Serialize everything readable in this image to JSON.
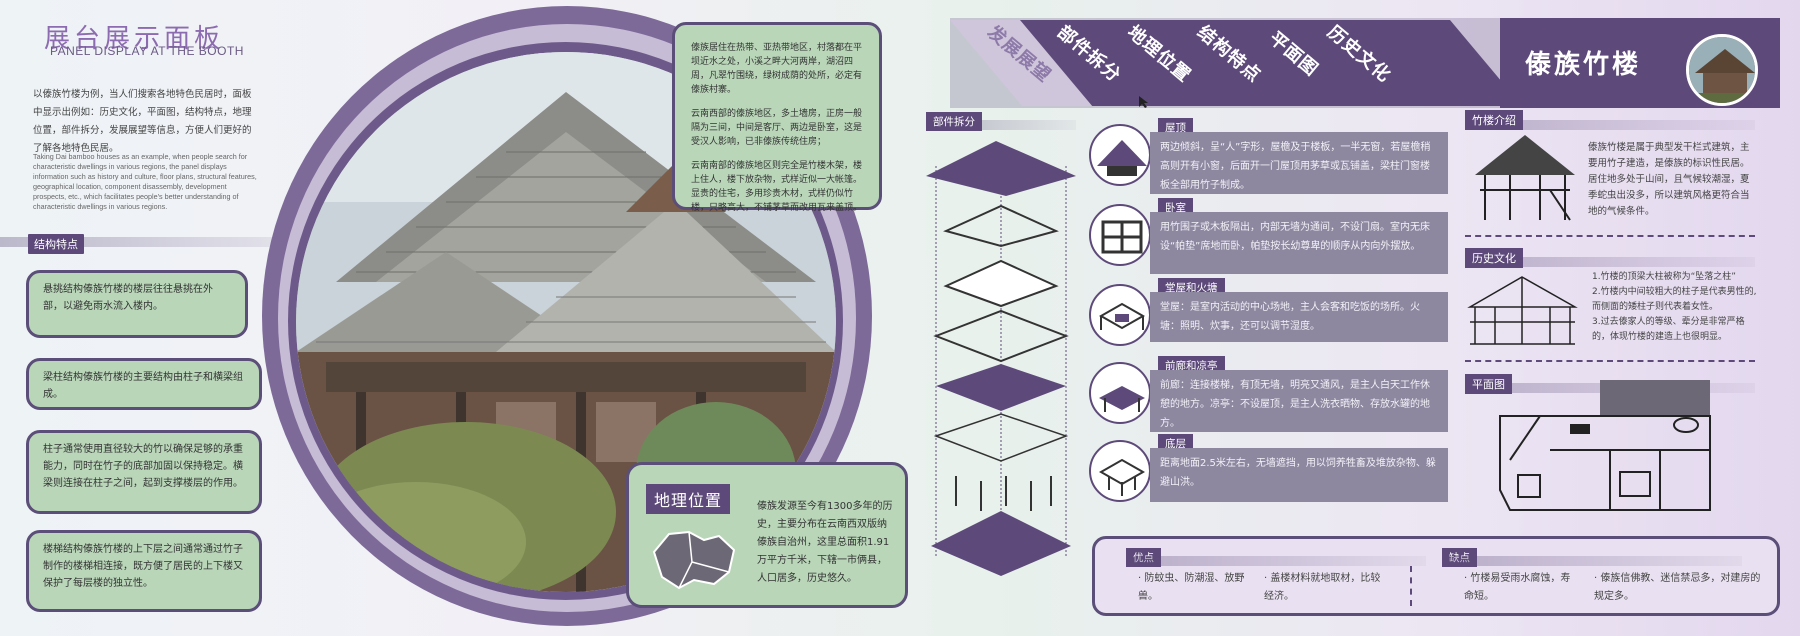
{
  "header": {
    "title_cn": "展台展示面板",
    "title_en": "PANEL DISPLAY AT THE BOOTH"
  },
  "intro": {
    "cn": "以傣族竹楼为例，当人们搜索各地特色民居时，面板中显示出例如：历史文化，平面图，结构特点，地理位置，部件拆分，发展展望等信息，方便人们更好的了解各地特色民居。",
    "en": "Taking Dai bamboo houses as an example, when people search for characteristic dwellings in various regions, the panel displays information such as history and culture, floor plans, structural features, geographical location, component disassembly, development prospects, etc., which facilitates people's better understanding of characteristic dwellings in various regions."
  },
  "structure": {
    "label": "结构特点",
    "bubbles": [
      "悬挑结构傣族竹楼的楼层往往悬挑在外部，以避免雨水流入楼内。",
      "梁柱结构傣族竹楼的主要结构由柱子和横梁组成。",
      "柱子通常使用直径较大的竹以确保足够的承重能力，同时在竹子的底部加固以保持稳定。横梁则连接在柱子之间，起到支撑楼层的作用。",
      "楼梯结构傣族竹楼的上下层之间通常通过竹子制作的楼梯相连接，既方便了居民的上下楼又保护了每层楼的独立性。"
    ]
  },
  "top_card": {
    "paragraphs": [
      "傣族居住在热带、亚热带地区，村落都在平坝近水之处，小溪之畔大河两岸，湖沼四周，凡翠竹围绕，绿树成荫的处所，必定有傣族村寨。",
      "云南西部的傣族地区，多土墙房，正房一般隔为三间，中间是客厅、两边是卧室，这是受汉人影响，已非傣族传统住房；",
      "云南南部的傣族地区则完全是竹楼木架，楼上住人，楼下放杂物，式样近似一大帐篷。显贵的住宅，多用珍贵木材，式样仍似竹楼，只略高大，不铺茅草而改用瓦来盖顶。"
    ]
  },
  "geo": {
    "title": "地理位置",
    "text": "傣族发源至今有1300多年的历史，主要分布在云南西双版纳傣族自治州，这里总面积1.91万平方千米，下辖一市俩县，人口居多，历史悠久。"
  },
  "tabs": [
    "发展展望",
    "部件拆分",
    "地理位置",
    "结构特点",
    "平面图",
    "历史文化"
  ],
  "main_title": "傣族竹楼",
  "components": {
    "label": "部件拆分",
    "items": [
      {
        "name": "屋顶",
        "text": "两边倾斜，呈“人”字形，屋檐及于楼板，一半无窗，若屋檐稍高则开有小窗，后面开一门屋顶用茅草或瓦铺盖，梁柱门窗楼板全部用竹子制成。"
      },
      {
        "name": "卧室",
        "text": "用竹围子或木板隔出，内部无墙为通间，不设门扇。室内无床设“帕垫”席地而卧，帕垫按长幼尊卑的顺序从内向外摆放。"
      },
      {
        "name": "堂屋和火塘",
        "text": "堂屋：是室内活动的中心场地，主人会客和吃饭的场所。火塘：照明、炊事，还可以调节湿度。"
      },
      {
        "name": "前廊和凉亭",
        "text": "前廊：连接楼梯，有顶无墙，明亮又通风，是主人白天工作休憩的地方。凉亭：不设屋顶，是主人洗衣晒物、存放水罐的地方。"
      },
      {
        "name": "底层",
        "text": "距离地面2.5米左右，无墙遮挡，用以饲养牲畜及堆放杂物、躲避山洪。"
      }
    ]
  },
  "intro_right": {
    "label": "竹楼介绍",
    "text": "傣族竹楼是属于典型发干栏式建筑，主要用竹子建造，是傣族的标识性民居。居住地多处于山间，且气候较潮湿，夏季蛇虫出没多，所以建筑风格更符合当地的气候条件。"
  },
  "history": {
    "label": "历史文化",
    "items": [
      "1.竹楼的顶梁大柱被称为“坠落之柱”",
      "2.竹楼内中间较粗大的柱子是代表男性的,而侧面的矮柱子则代表着女性。",
      "3.过去傣家人的等级、辈分是非常严格的，体现竹楼的建造上也很明显。"
    ]
  },
  "plan": {
    "label": "平面图"
  },
  "pros_cons": {
    "pros_label": "优点",
    "cons_label": "缺点",
    "pros": [
      "· 防蚊虫、防潮湿、放野兽。",
      "· 盖楼材料就地取材，比较经济。"
    ],
    "cons": [
      "· 竹楼易受雨水腐蚀，寿命短。",
      "· 傣族信佛教、迷信禁忌多，对建房的规定多。"
    ]
  },
  "colors": {
    "accent": "#5d4a7a",
    "green": "#b9d6b9",
    "lavender": "#8d6bb0"
  }
}
